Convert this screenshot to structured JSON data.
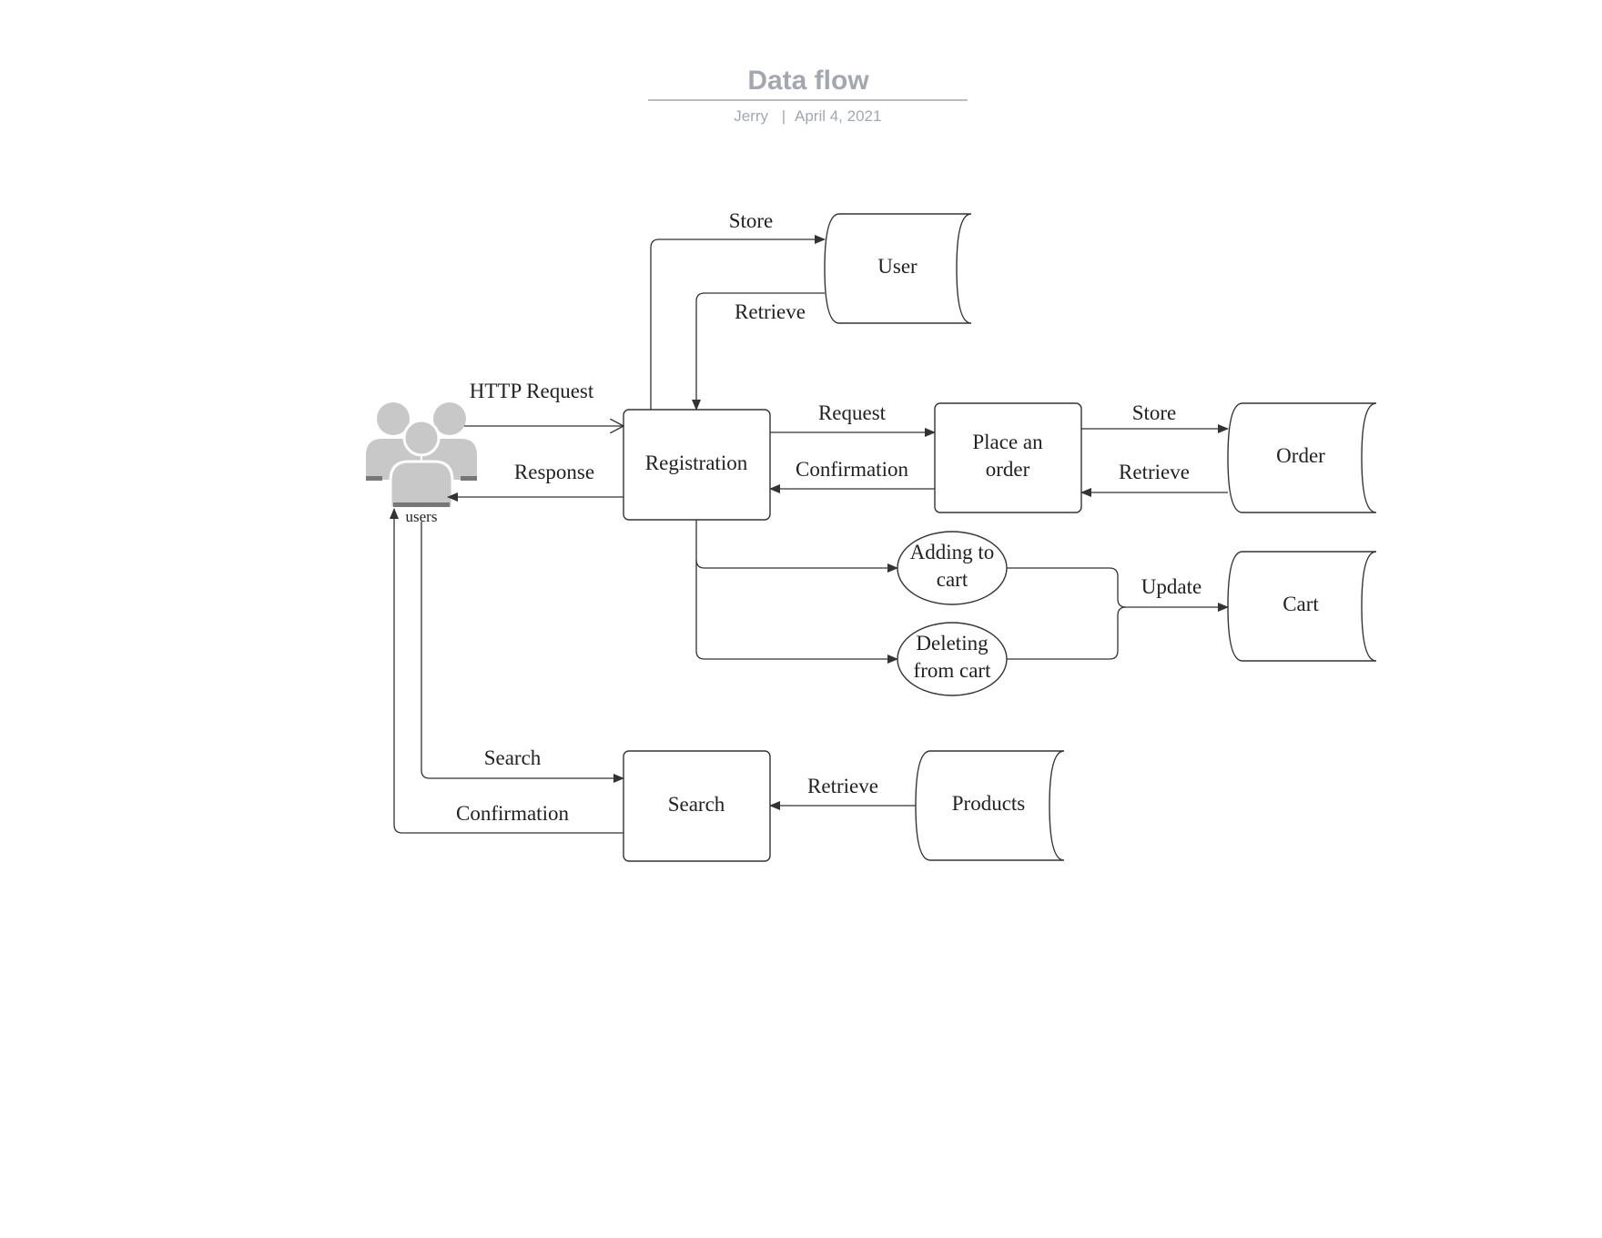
{
  "header": {
    "title": "Data flow",
    "author": "Jerry",
    "separator": "|",
    "date": "April 4, 2021"
  },
  "actor": {
    "label": "users"
  },
  "processes": {
    "registration": "Registration",
    "place_order": [
      "Place an",
      "order"
    ],
    "search": "Search",
    "adding_to_cart": [
      "Adding to",
      "cart"
    ],
    "deleting_from_cart": [
      "Deleting",
      "from cart"
    ]
  },
  "stores": {
    "user": "User",
    "order": "Order",
    "cart": "Cart",
    "products": "Products"
  },
  "flows": {
    "store_user": "Store",
    "retrieve_user": "Retrieve",
    "http_request": "HTTP Request",
    "response": "Response",
    "request": "Request",
    "confirmation_order": "Confirmation",
    "store_order": "Store",
    "retrieve_order": "Retrieve",
    "update_cart": "Update",
    "search": "Search",
    "confirmation_search": "Confirmation",
    "retrieve_products": "Retrieve"
  },
  "colors": {
    "header_text": "#a3a8b0",
    "line": "#333333",
    "actor_icon": "#c8c8c8"
  }
}
